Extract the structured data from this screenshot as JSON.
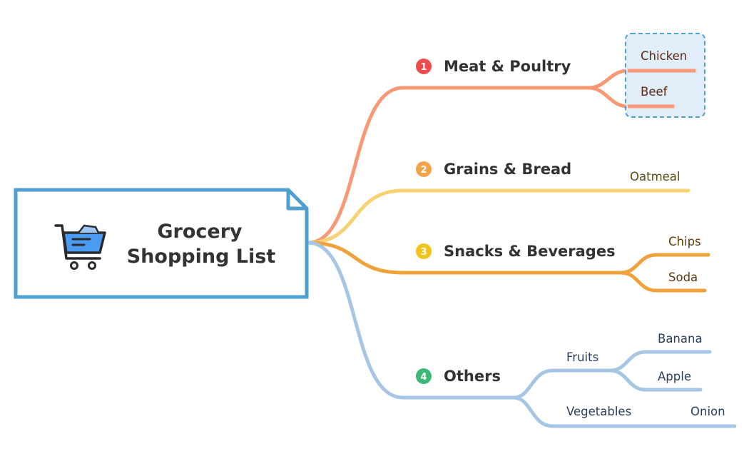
{
  "root": {
    "title_line1": "Grocery",
    "title_line2": "Shopping List",
    "icon": "shopping-cart-icon"
  },
  "branches": [
    {
      "number": "1",
      "label": "Meat & Poultry",
      "color": "#F99877",
      "badge_color": "#F04B4B",
      "text_color": "#5C2A14",
      "items": [
        "Chicken",
        "Beef"
      ]
    },
    {
      "number": "2",
      "label": "Grains & Bread",
      "color": "#F8D272",
      "badge_color": "#F5A34A",
      "text_color": "#5C4A14",
      "items": [
        "Oatmeal"
      ]
    },
    {
      "number": "3",
      "label": "Snacks & Beverages",
      "color": "#F0A23A",
      "badge_color": "#F2C417",
      "text_color": "#5C3A0A",
      "items": [
        "Chips",
        "Soda"
      ]
    },
    {
      "number": "4",
      "label": "Others",
      "color": "#A7C6E5",
      "badge_color": "#3CB878",
      "text_color": "#2A3F5C",
      "groups": [
        {
          "label": "Fruits",
          "items": [
            "Banana",
            "Apple"
          ]
        },
        {
          "label": "Vegetables",
          "items": [
            "Onion"
          ]
        }
      ]
    }
  ],
  "colors": {
    "root_border": "#4F9FD1",
    "highlight_fill": "#DCEAF7",
    "highlight_border": "#4F9FD1",
    "cart_body": "#4A9CF0",
    "outline": "#2B2B2B"
  }
}
